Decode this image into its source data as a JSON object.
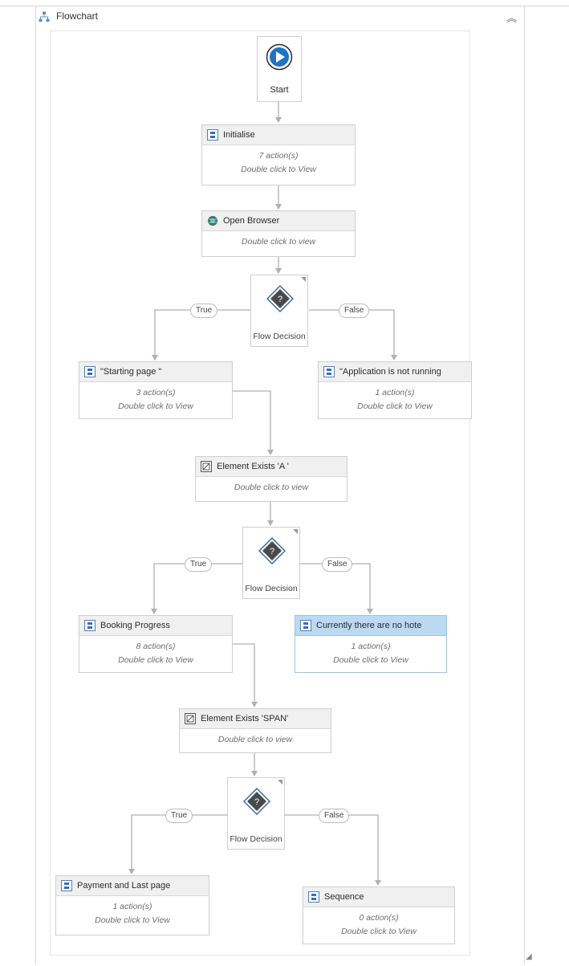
{
  "header": {
    "title": "Flowchart",
    "icon": "flowchart-icon",
    "collapse_icon": "double-chevron-up-icon"
  },
  "start": {
    "label": "Start"
  },
  "activities": {
    "initialise": {
      "title": "Initialise",
      "count": "7 action(s)",
      "hint": "Double click to View"
    },
    "open_browser": {
      "title": "Open Browser",
      "hint": "Double click to view"
    },
    "starting_page": {
      "title": "\"Starting page \"",
      "count": "3 action(s)",
      "hint": "Double click to View"
    },
    "app_not_running": {
      "title": "\"Application is not running",
      "count": "1 action(s)",
      "hint": "Double click to View"
    },
    "element_exists_a": {
      "title": "Element Exists 'A '",
      "hint": "Double click to view"
    },
    "booking_progress": {
      "title": "Booking Progress",
      "count": "8 action(s)",
      "hint": "Double click to View"
    },
    "no_hotels": {
      "title": "Currently there are no hote",
      "count": "1 action(s)",
      "hint": "Double click to View"
    },
    "element_exists_span": {
      "title": "Element Exists 'SPAN'",
      "hint": "Double click to view"
    },
    "payment": {
      "title": "Payment and Last page",
      "count": "1 action(s)",
      "hint": "Double click to View"
    },
    "sequence": {
      "title": "Sequence",
      "count": "0 action(s)",
      "hint": "Double click to View"
    }
  },
  "decisions": [
    {
      "label": "Flow Decision",
      "true_label": "True",
      "false_label": "False"
    },
    {
      "label": "Flow Decision",
      "true_label": "True",
      "false_label": "False"
    },
    {
      "label": "Flow Decision",
      "true_label": "True",
      "false_label": "False"
    }
  ],
  "colors": {
    "selected_header": "#bcd9f2",
    "sequence_icon": "#2f6fc7",
    "decision_diamond": "#3a6aa8"
  }
}
